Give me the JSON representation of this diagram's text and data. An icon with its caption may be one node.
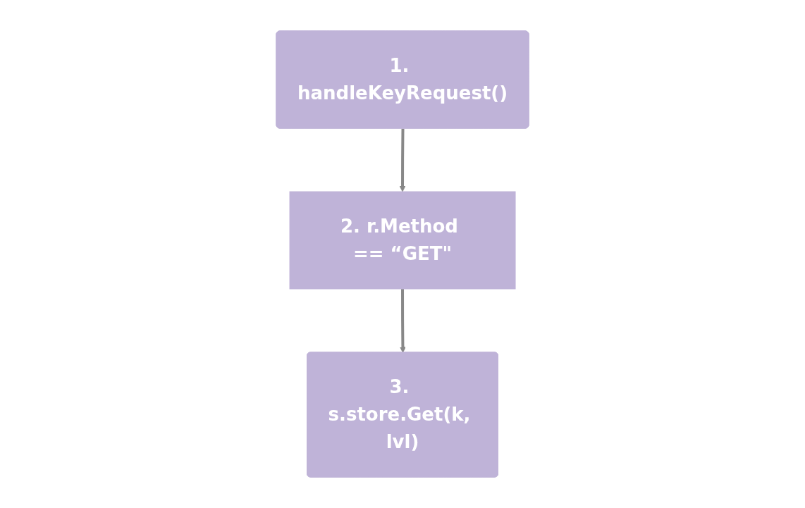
{
  "diagram": {
    "nodes": [
      {
        "text": [
          "1. handleKeyRequest()"
        ]
      },
      {
        "text": [
          "2. r.Method == “GET\""
        ]
      },
      {
        "text": [
          "3. s.store.Get(k, lvl)"
        ]
      }
    ],
    "edges": [
      {
        "from": 0,
        "to": 1,
        "arrow": "to"
      },
      {
        "from": 1,
        "to": 2,
        "arrow": "to"
      }
    ]
  }
}
